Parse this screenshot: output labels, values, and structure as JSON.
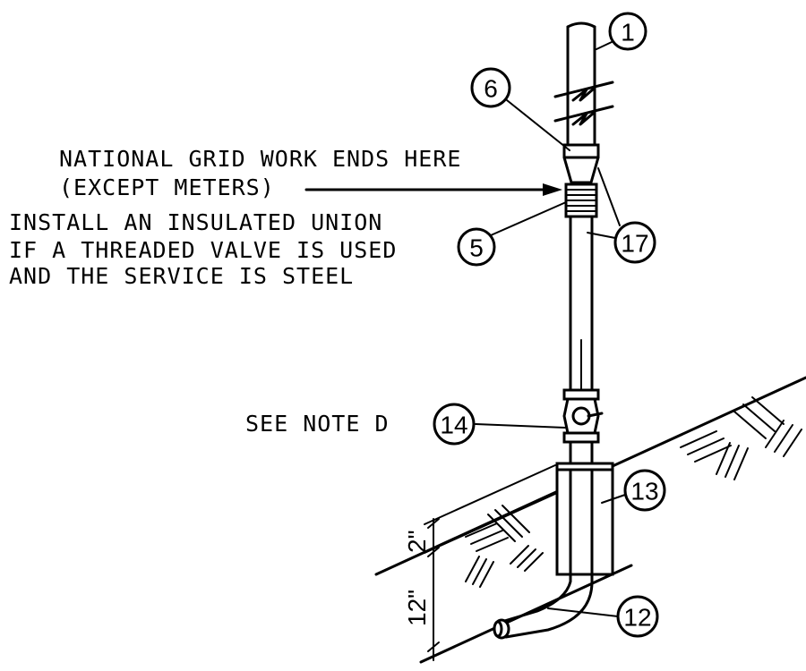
{
  "notes": {
    "grid_ends_line1": "NATIONAL GRID WORK ENDS HERE",
    "grid_ends_line2": "(EXCEPT METERS)",
    "union_line1": "INSTALL AN INSULATED UNION",
    "union_line2": "IF A THREADED VALVE IS USED",
    "union_line3": "AND THE SERVICE IS STEEL",
    "see_note": "SEE NOTE D"
  },
  "callouts": {
    "riser": "1",
    "coupling": "6",
    "union": "5",
    "pipe": "17",
    "valve": "14",
    "sleeve": "13",
    "service_ell": "12"
  },
  "dimensions": {
    "cover_top": "2\"",
    "depth": "12\""
  }
}
